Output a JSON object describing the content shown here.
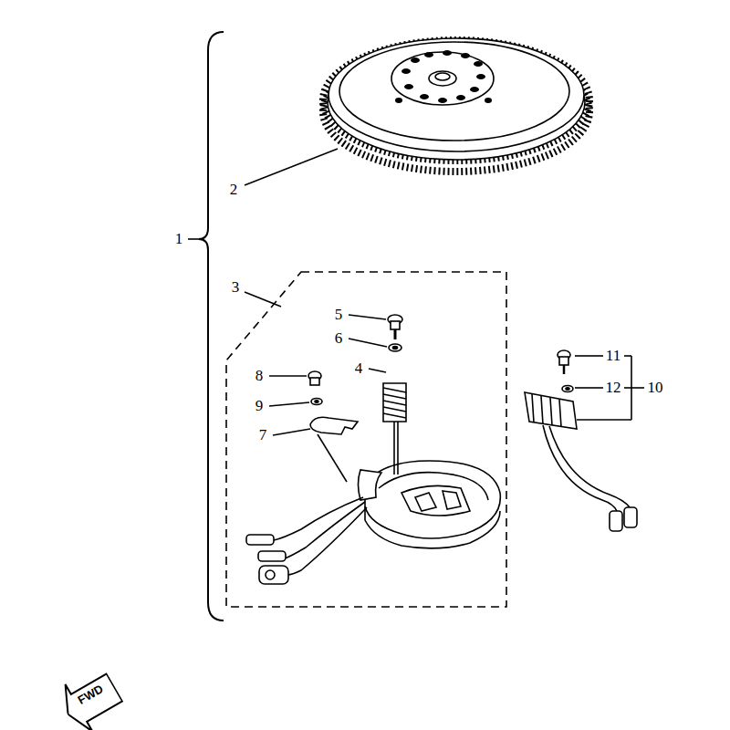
{
  "diagram": {
    "nodes": [
      {
        "text": [
          "FWD"
        ]
      }
    ],
    "labels": [
      "1",
      "2",
      "3",
      "5",
      "6",
      "4",
      "8",
      "9",
      "7",
      "11",
      "12",
      "10"
    ]
  }
}
